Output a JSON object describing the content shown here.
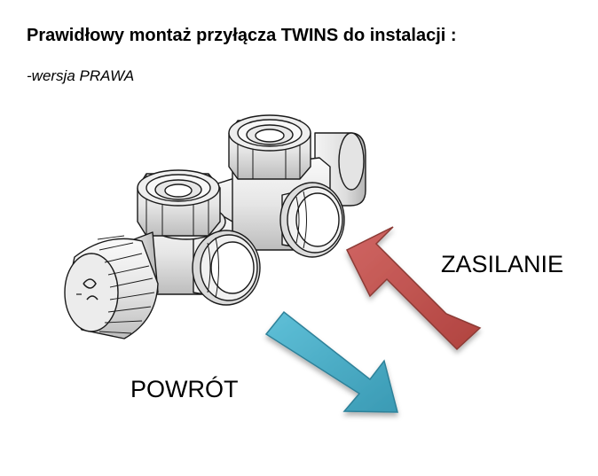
{
  "heading": {
    "title": "Prawidłowy montaż przyłącza TWINS do instalacji :",
    "subtitle": "-wersja PRAWA"
  },
  "labels": {
    "supply": "ZASILANIE",
    "return": "POWRÓT"
  },
  "colors": {
    "supply_arrow": "#c0504d",
    "return_arrow": "#4bacc6"
  }
}
